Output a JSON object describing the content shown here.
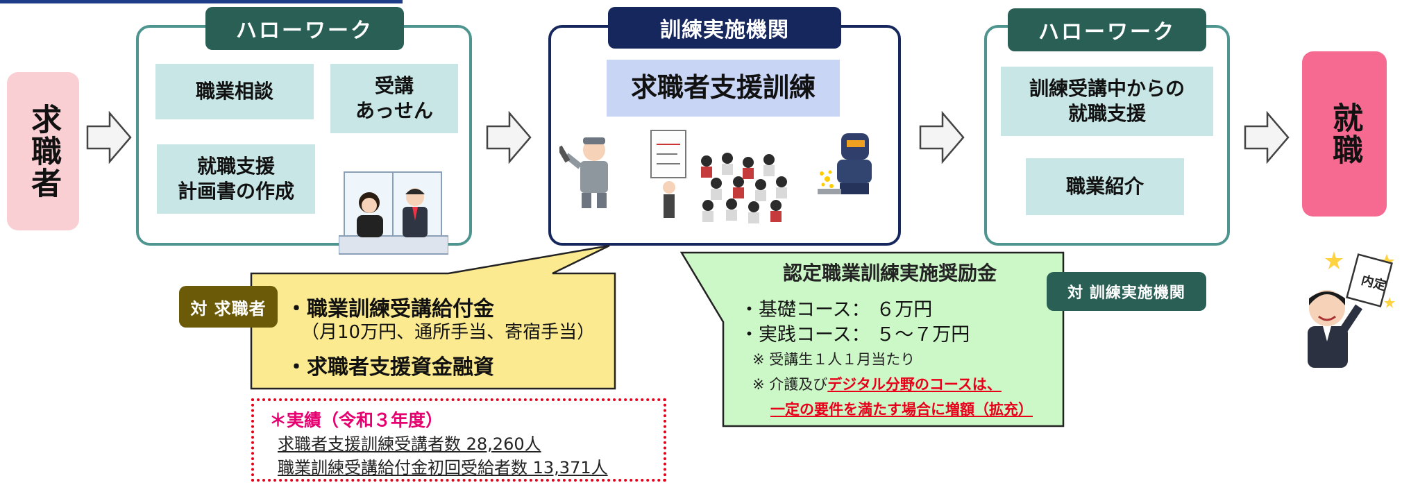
{
  "left_node": {
    "label": "求職者"
  },
  "right_node": {
    "label": "就職"
  },
  "hello_work_1": {
    "title": "ハローワーク",
    "items": [
      "職業相談",
      "受講\nあっせん",
      "就職支援\n計画書の作成"
    ]
  },
  "training_org": {
    "title": "訓練実施機関",
    "program": "求職者支援訓練"
  },
  "hello_work_2": {
    "title": "ハローワーク",
    "items": [
      "訓練受講中からの\n就職支援",
      "職業紹介"
    ]
  },
  "job_seeker_support": {
    "tag": "対 求職者",
    "line1": "・職業訓練受講給付金",
    "line2": "（月10万円、通所手当、寄宿手当）",
    "line3": "・求職者支援資金融資"
  },
  "incentive": {
    "title": "認定職業訓練実施奨励金",
    "tag": "対 訓練実施機関",
    "basic": "・基礎コース： ６万円",
    "practical": "・実践コース： ５～７万円",
    "note1": "※ 受講生１人１月当たり",
    "note2_prefix": "※ 介護及び",
    "note2_red": "デジタル分野のコースは、",
    "note3_red": "一定の要件を満たす場合に増額（拡充）"
  },
  "results": {
    "title": "＊実績（令和３年度）",
    "line1": "求職者支援訓練受講者数 28,260人",
    "line2": "職業訓練受講給付金初回受給者数 13,371人"
  },
  "offer_sign": {
    "label": "内定"
  },
  "colors": {
    "teal_border": "#4f958f",
    "teal_box": "#c7e6e5",
    "navy": "#16275e",
    "pink_left": "#f9cfd3",
    "pink_right": "#f66a91",
    "yellow_callout": "#fbea8f",
    "green_callout": "#ccf7c7",
    "olive_tag": "#6b5b08"
  },
  "icons": [
    "arrow-right-icon",
    "consultation-illustration",
    "mechanic-illustration",
    "classroom-illustration",
    "welder-illustration",
    "job-offer-illustration"
  ]
}
